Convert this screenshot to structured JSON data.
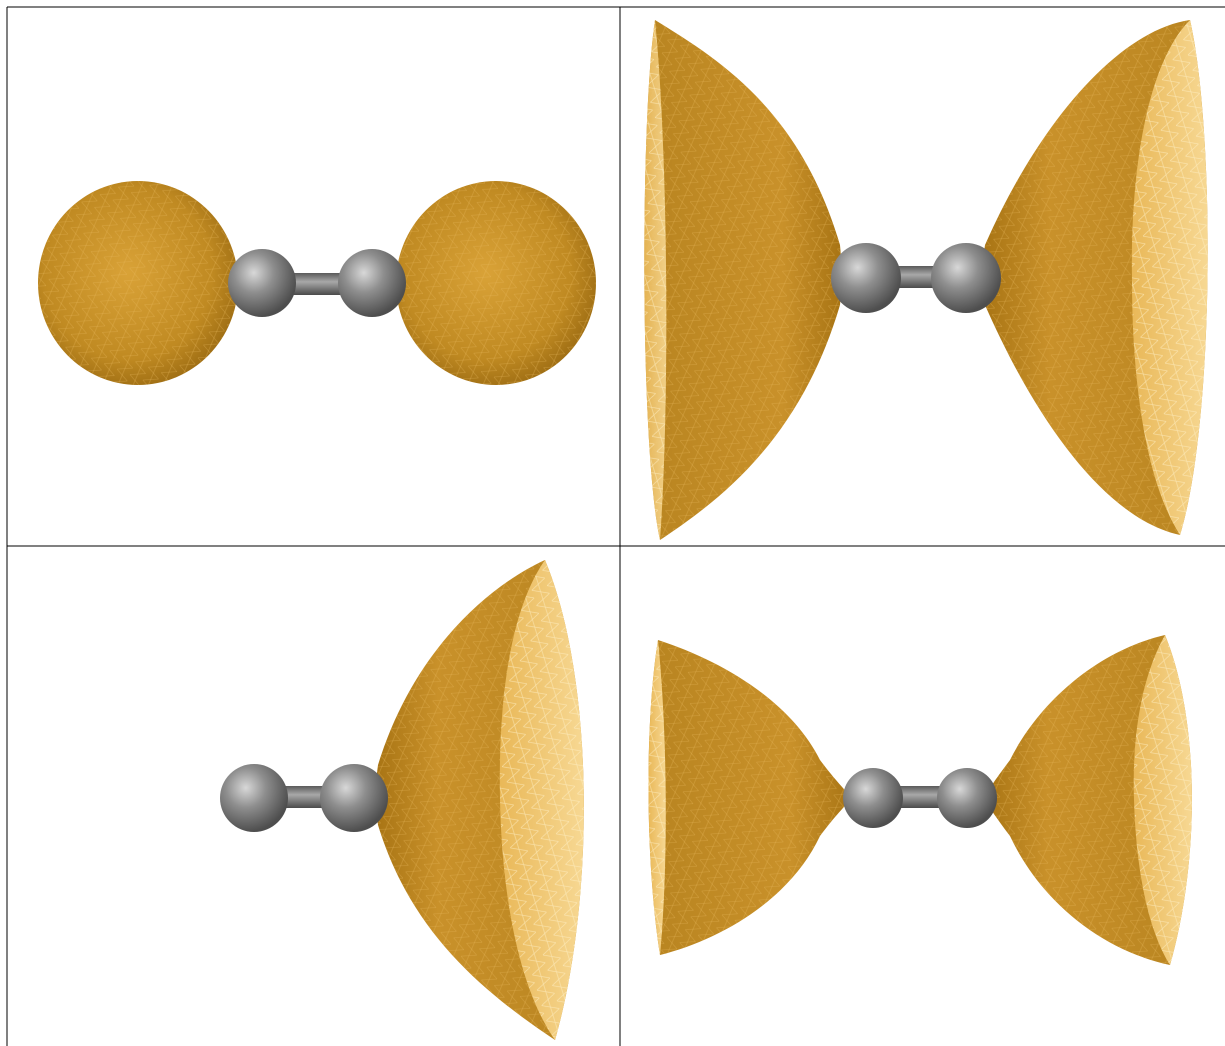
{
  "figure": {
    "layout": "2x2 grid",
    "panels": [
      {
        "id": "top-left",
        "surface_shape": "spheres",
        "atom_count": 2,
        "lobes": [
          "left",
          "right"
        ]
      },
      {
        "id": "top-right",
        "surface_shape": "open cones",
        "atom_count": 2,
        "lobes": [
          "left",
          "right"
        ]
      },
      {
        "id": "bottom-left",
        "surface_shape": "open cone",
        "atom_count": 2,
        "lobes": [
          "right"
        ]
      },
      {
        "id": "bottom-right",
        "surface_shape": "open cones",
        "atom_count": 2,
        "lobes": [
          "left",
          "right"
        ]
      }
    ],
    "colors": {
      "surface_outer": "#C08A22",
      "surface_dark": "#9A6A12",
      "surface_inner": "#F4D089",
      "atom": "#808080",
      "bond": "#707070",
      "grid_line": "#000000"
    }
  }
}
